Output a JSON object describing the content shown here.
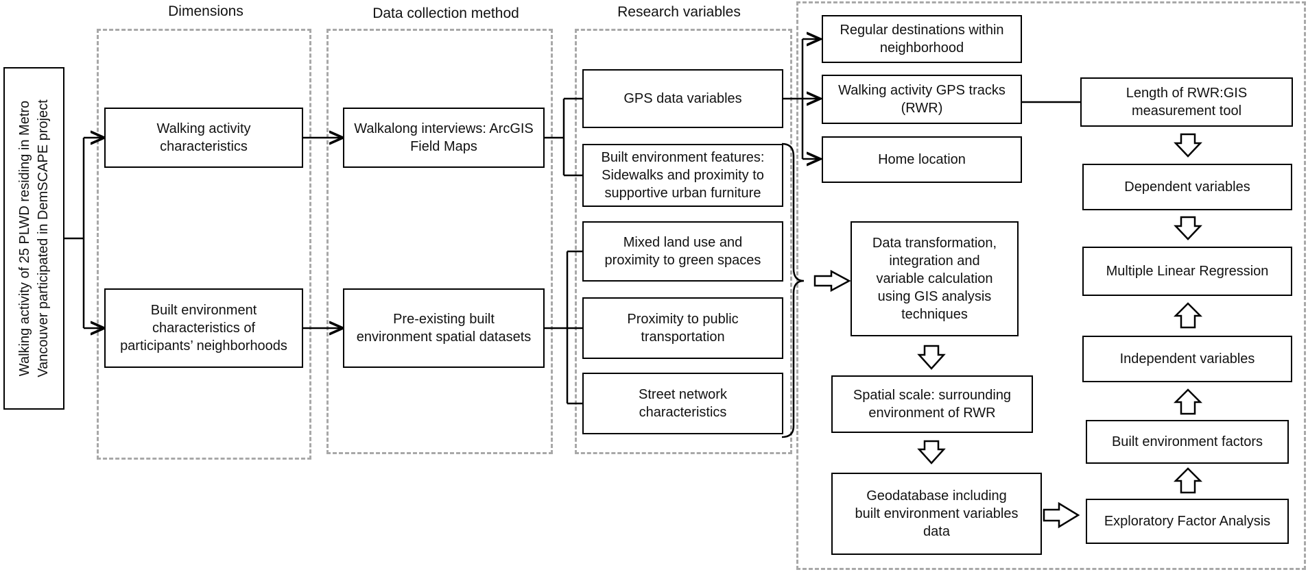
{
  "headers": {
    "dimensions": "Dimensions",
    "data_collection": "Data collection method",
    "research_variables": "Research variables"
  },
  "root": {
    "label": "Walking activity of 25 PLWD residing in Metro\nVancouver participated in DemSCAPE project"
  },
  "dimensions": {
    "walking": "Walking activity\ncharacteristics",
    "built": "Built environment\ncharacteristics of\nparticipants’ neighborhoods"
  },
  "methods": {
    "walkalong": "Walkalong interviews: ArcGIS\nField Maps",
    "preexisting": "Pre-existing built\nenvironment spatial datasets"
  },
  "variables": {
    "gps": "GPS data variables",
    "built_features": "Built environment features:\nSidewalks and proximity to\nsupportive urban furniture",
    "mixed_land": "Mixed land use and\nproximity to green spaces",
    "transport": "Proximity to public\ntransportation",
    "street": "Street network\ncharacteristics"
  },
  "gps_outputs": {
    "destinations": "Regular destinations within\nneighborhood",
    "tracks": "Walking activity GPS tracks\n(RWR)",
    "home": "Home location"
  },
  "analysis": {
    "transformation": "Data transformation,\nintegration and\nvariable calculation\nusing GIS analysis\ntechniques",
    "spatial_scale": "Spatial scale: surrounding\nenvironment of RWR",
    "geodatabase": "Geodatabase including\nbuilt environment variables\ndata",
    "length_rwr": "Length of RWR:GIS\nmeasurement tool",
    "dependent": "Dependent variables",
    "mlr": "Multiple Linear Regression",
    "independent": "Independent variables",
    "be_factors": "Built environment factors",
    "efa": "Exploratory Factor Analysis"
  }
}
